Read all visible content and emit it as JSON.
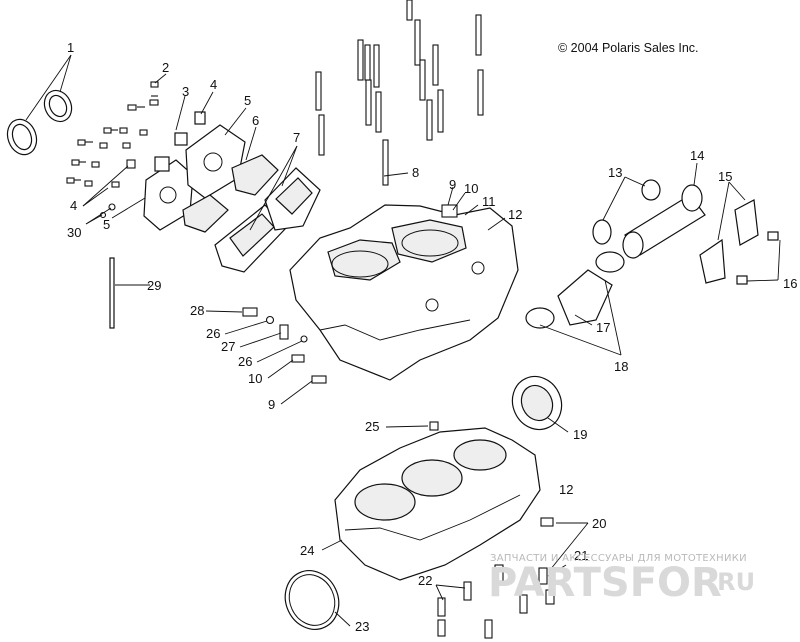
{
  "copyright": "© 2004 Polaris Sales Inc.",
  "watermark": {
    "line1": "ЗАПЧАСТИ И АКСЕССУАРЫ ДЛЯ МОТОТЕХНИКИ",
    "line2": "PARTSFOR",
    "line3": ".RU"
  },
  "callouts": {
    "c1": "1",
    "c2": "2",
    "c3": "3",
    "c4a": "4",
    "c4b": "4",
    "c5a": "5",
    "c5b": "5",
    "c6": "6",
    "c7": "7",
    "c8": "8",
    "c9a": "9",
    "c9b": "9",
    "c10a": "10",
    "c10b": "10",
    "c11": "11",
    "c12a": "12",
    "c12b": "12",
    "c13": "13",
    "c14": "14",
    "c15": "15",
    "c16": "16",
    "c17": "17",
    "c18": "18",
    "c19": "19",
    "c20": "20",
    "c21": "21",
    "c22": "22",
    "c23": "23",
    "c24": "24",
    "c25": "25",
    "c26a": "26",
    "c26b": "26",
    "c27": "27",
    "c28": "28",
    "c29": "29",
    "c30": "30"
  }
}
